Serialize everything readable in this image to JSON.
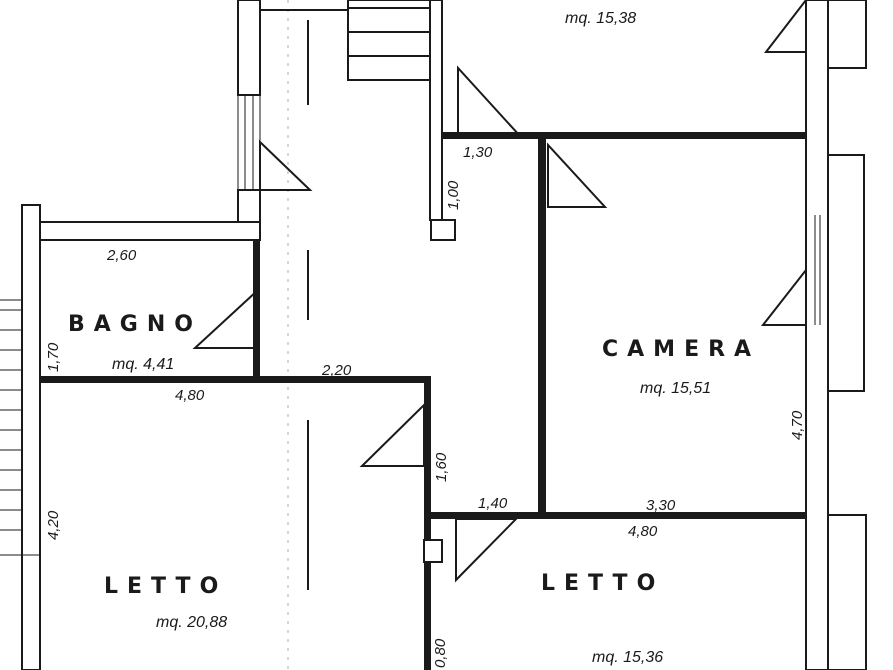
{
  "rooms": {
    "top_room": {
      "area": "mq. 15,38"
    },
    "bagno": {
      "name": "BAGNO",
      "area": "mq. 4,41"
    },
    "camera": {
      "name": "CAMERA",
      "area": "mq. 15,51"
    },
    "letto_left": {
      "name": "LETTO",
      "area": "mq. 20,88"
    },
    "letto_right": {
      "name": "LETTO",
      "area": "mq. 15,36"
    }
  },
  "dimensions": {
    "d_1_30": "1,30",
    "d_1_00": "1,00",
    "d_2_60": "2,60",
    "d_1_70": "1,70",
    "d_2_20": "2,20",
    "d_4_80_left": "4,80",
    "d_4_70": "4,70",
    "d_1_60": "1,60",
    "d_1_40": "1,40",
    "d_3_30": "3,30",
    "d_4_80_right": "4,80",
    "d_4_20": "4,20",
    "d_0_80": "0,80"
  }
}
